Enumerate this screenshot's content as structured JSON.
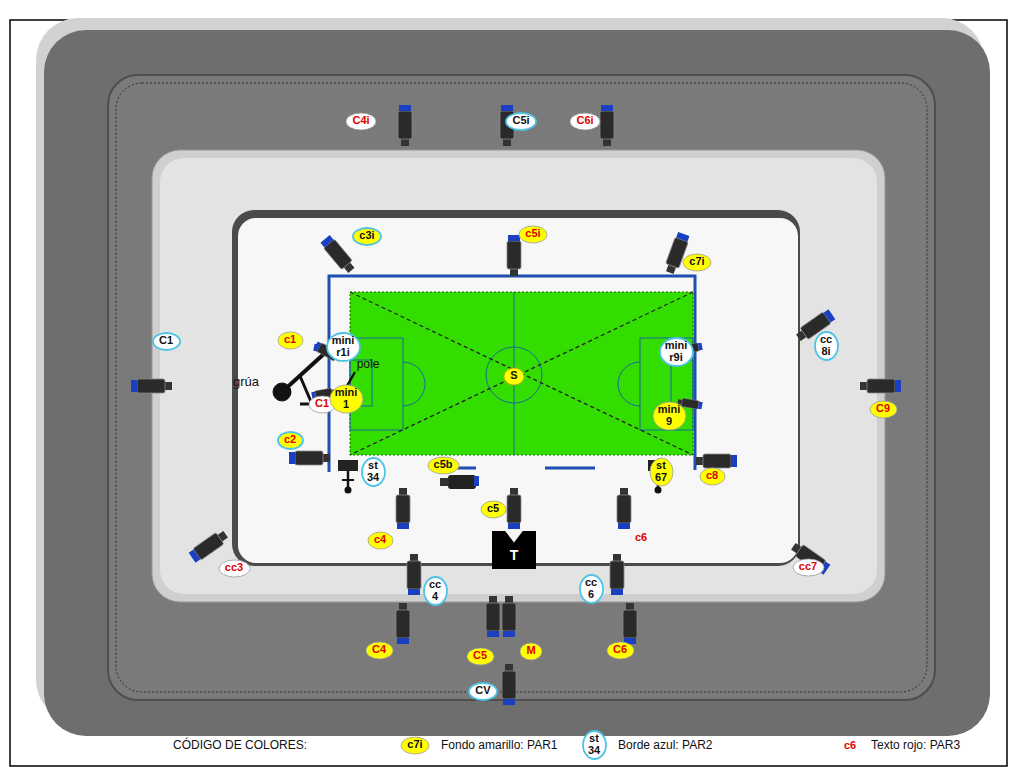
{
  "diagram": {
    "nodes": [
      {
        "text": [
          "C4i"
        ]
      },
      {
        "text": [
          "C5i"
        ]
      },
      {
        "text": [
          "C6i"
        ]
      },
      {
        "text": [
          "c3i"
        ]
      },
      {
        "text": [
          "c5i"
        ]
      },
      {
        "text": [
          "c7i"
        ]
      },
      {
        "text": [
          "cc 8i"
        ]
      },
      {
        "text": [
          "C1"
        ]
      },
      {
        "text": [
          "c1"
        ]
      },
      {
        "text": [
          "mini r1i"
        ]
      },
      {
        "text": [
          "mini r9i"
        ]
      },
      {
        "text": [
          "S"
        ]
      },
      {
        "text": [
          "C1"
        ]
      },
      {
        "text": [
          "mini 1"
        ]
      },
      {
        "text": [
          "mini 9"
        ]
      },
      {
        "text": [
          "C9"
        ]
      },
      {
        "text": [
          "c2"
        ]
      },
      {
        "text": [
          "c5b"
        ]
      },
      {
        "text": [
          "c8"
        ]
      },
      {
        "text": [
          "st 34"
        ]
      },
      {
        "text": [
          "st 67"
        ]
      },
      {
        "text": [
          "c5"
        ]
      },
      {
        "text": [
          "c4"
        ]
      },
      {
        "text": [
          "T"
        ]
      },
      {
        "text": [
          "cc3"
        ]
      },
      {
        "text": [
          "cc 4"
        ]
      },
      {
        "text": [
          "cc 6"
        ]
      },
      {
        "text": [
          "cc7"
        ]
      },
      {
        "text": [
          "C4"
        ]
      },
      {
        "text": [
          "C5"
        ]
      },
      {
        "text": [
          "M"
        ]
      },
      {
        "text": [
          "C6"
        ]
      },
      {
        "text": [
          "CV"
        ]
      },
      {
        "text": [
          "c7i"
        ]
      },
      {
        "text": [
          "st 34"
        ]
      }
    ],
    "labels": [
      "grúa",
      "pole",
      "c6",
      "CÓDIGO DE COLORES:",
      "c6"
    ],
    "legend": [
      {
        "text": "Fondo amarillo: PAR1"
      },
      {
        "text": "Borde azul: PAR2"
      },
      {
        "text": "Texto rojo: PAR3"
      }
    ]
  }
}
